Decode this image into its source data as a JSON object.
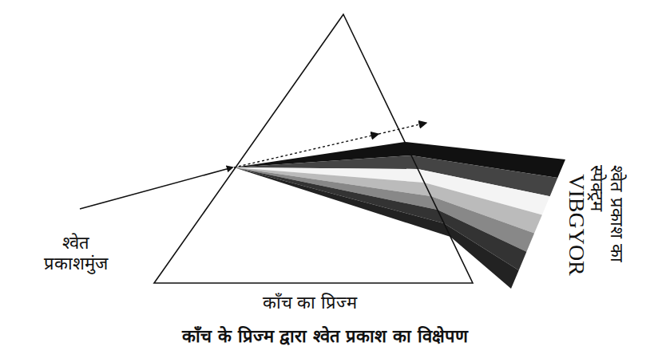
{
  "diagram": {
    "caption": "काँच के प्रिज्म द्वारा श्वेत प्रकाश का विक्षेपण",
    "labels": [
      "श्वेत प्रकाशमुंज",
      "काँच का प्रिज्म",
      "VIBGYOR",
      "श्वेत प्रकाश का स्पेक्ट्रम"
    ]
  }
}
